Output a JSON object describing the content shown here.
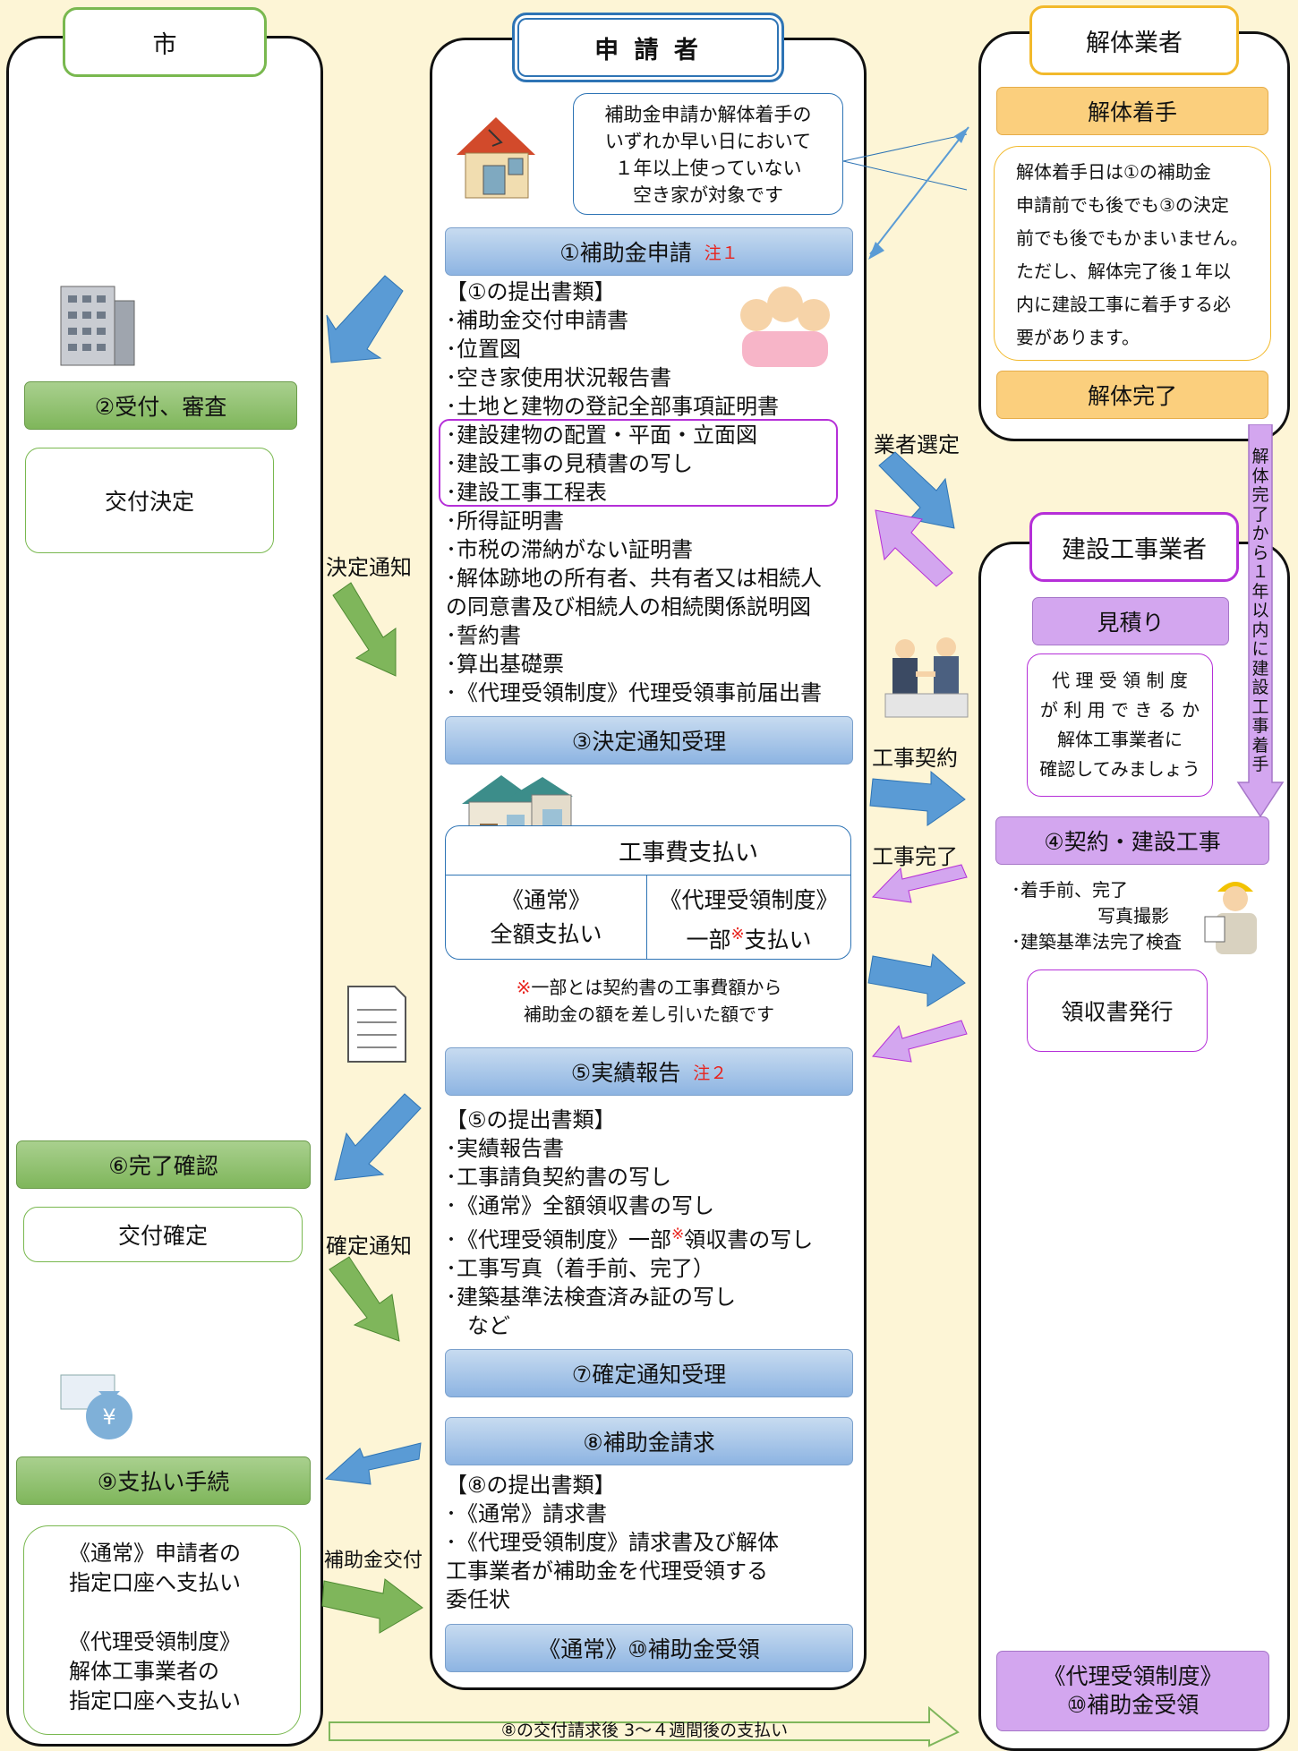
{
  "columns": {
    "city": "市",
    "applicant": "申 請 者",
    "demolition": "解体業者",
    "construction": "建設工事業者"
  },
  "notice": [
    "補助金申請か解体着手の",
    "いずれか早い日において",
    "１年以上使っていない",
    "空き家が対象です"
  ],
  "step1": {
    "label": "①補助金申請",
    "note": "注１"
  },
  "docs1": [
    "【①の提出書類】",
    "･補助金交付申請書",
    "･位置図",
    "･空き家使用状況報告書",
    "･土地と建物の登記全部事項証明書",
    "･建設建物の配置・平面・立面図",
    "･建設工事の見積書の写し",
    "･建設工事工程表",
    "･所得証明書",
    "･市税の滞納がない証明書",
    "･解体跡地の所有者、共有者又は相続人",
    "の同意書及び相続人の相続関係説明図",
    "･誓約書",
    "･算出基礎票",
    "･《代理受領制度》代理受領事前届出書"
  ],
  "step3": "③決定通知受理",
  "payment": {
    "title": "工事費支払い",
    "normal_label": "《通常》",
    "normal_value": "全額支払い",
    "proxy_label": "《代理受領制度》",
    "proxy_value_a": "一部",
    "proxy_mark": "※",
    "proxy_value_b": "支払い"
  },
  "payment_note": {
    "mark": "※",
    "line1": "一部とは契約書の工事費額から",
    "line2": "補助金の額を差し引いた額です"
  },
  "step5": {
    "label": "⑤実績報告",
    "note": "注２"
  },
  "docs5": [
    "【⑤の提出書類】",
    "･実績報告書",
    "･工事請負契約書の写し",
    "･《通常》全額領収書の写し",
    "･《代理受領制度》一部",
    "領収書の写し",
    "･工事写真（着手前、完了）",
    "･建築基準法検査済み証の写し",
    "　など"
  ],
  "step7": "⑦確定通知受理",
  "step8": "⑧補助金請求",
  "docs8": [
    "【⑧の提出書類】",
    "･《通常》請求書",
    "･《代理受領制度》請求書及び解体",
    "工事業者が補助金を代理受領する",
    "委任状"
  ],
  "step10_normal": "《通常》⑩補助金受領",
  "city": {
    "step2": "②受付、審査",
    "decision": "交付決定",
    "step6": "⑥完了確認",
    "confirm": "交付確定",
    "step9": "⑨支払い手続",
    "pay1": "《通常》申請者の",
    "pay2": "指定口座へ支払い",
    "pay3": "《代理受領制度》",
    "pay4": "解体工事業者の",
    "pay5": "指定口座へ支払い"
  },
  "arrows": {
    "decision_notice": "決定通知",
    "confirm_notice": "確定通知",
    "subsidy_grant": "補助金交付",
    "select_contractor": "業者選定",
    "contract": "工事契約",
    "completion": "工事完了",
    "bottom": "⑧の交付請求後 3～４週間後の支払い"
  },
  "demolition": {
    "start": "解体着手",
    "note": [
      "解体着手日は①の補助金",
      "申請前でも後でも③の決定",
      "前でも後でもかまいません。",
      "ただし、解体完了後１年以",
      "内に建設工事に着手する必",
      "要があります。"
    ],
    "done": "解体完了"
  },
  "vertical": "解体完了から１年以内に建設工事着手",
  "construction": {
    "estimate": "見積り",
    "note": [
      "代 理 受 領 制 度",
      "が 利 用 で き る か",
      "解体工事業者に",
      "確認してみましょう"
    ],
    "step4": "④契約・建設工事",
    "items": [
      "･着手前、完了",
      "写真撮影",
      "･建築基準法完了検査"
    ],
    "receipt": "領収書発行",
    "proxy1": "《代理受領制度》",
    "proxy2": "⑩補助金受領"
  },
  "colors": {
    "green": "#7fb65b",
    "blue": "#8db4e2",
    "orange": "#fbcf7d",
    "purple": "#d3a6ef",
    "magenta": "#b52fd8",
    "background": "#fdf5d6"
  }
}
